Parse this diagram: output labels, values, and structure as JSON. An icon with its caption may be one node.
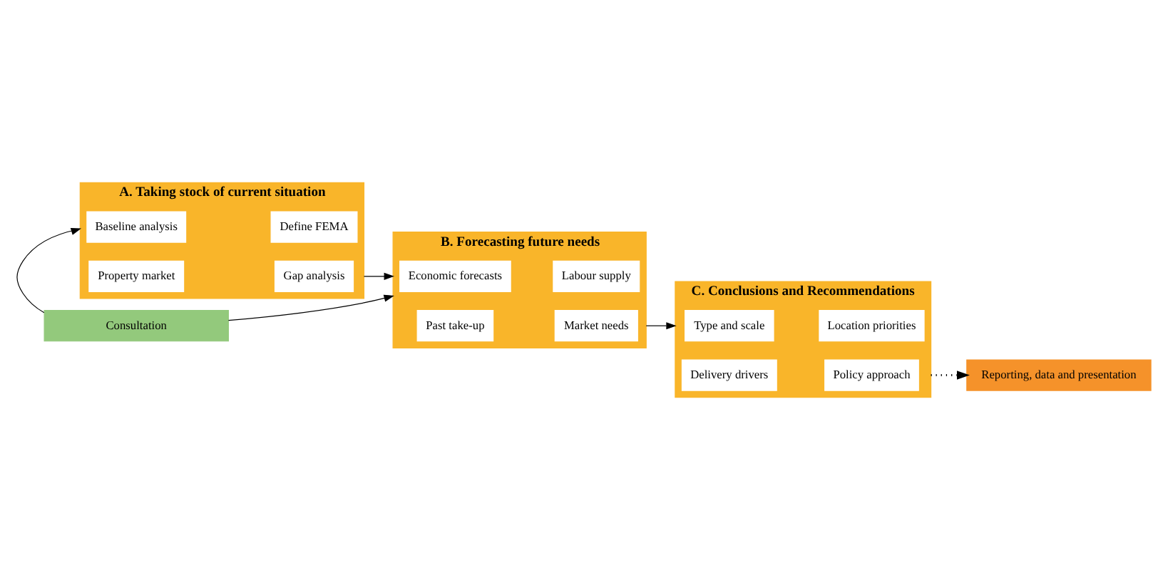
{
  "diagram": {
    "nodes": [
      {
        "text": [
          "A. Taking stock of current situation"
        ]
      },
      {
        "text": [
          "Baseline analysis"
        ],
        "in": 0
      },
      {
        "text": [
          "Define FEMA"
        ],
        "in": 0
      },
      {
        "text": [
          "Property market"
        ],
        "in": 0
      },
      {
        "text": [
          "Gap analysis"
        ],
        "in": 0
      },
      {
        "text": [
          "B. Forecasting future needs"
        ]
      },
      {
        "text": [
          "Economic forecasts"
        ],
        "in": 5
      },
      {
        "text": [
          "Labour supply"
        ],
        "in": 5
      },
      {
        "text": [
          "Past take-up"
        ],
        "in": 5
      },
      {
        "text": [
          "Market needs"
        ],
        "in": 5
      },
      {
        "text": [
          "C. Conclusions and Recommendations"
        ]
      },
      {
        "text": [
          "Type and scale"
        ],
        "in": 10
      },
      {
        "text": [
          "Location priorities"
        ],
        "in": 10
      },
      {
        "text": [
          "Delivery drivers"
        ],
        "in": 10
      },
      {
        "text": [
          "Policy approach"
        ],
        "in": 10
      },
      {
        "text": [
          "Consultation"
        ]
      },
      {
        "text": [
          "Reporting, data and presentation"
        ]
      }
    ],
    "edges": [
      {
        "from": 0,
        "to": 5,
        "arrow": "to"
      },
      {
        "from": 5,
        "to": 10,
        "arrow": "to"
      },
      {
        "from": 15,
        "to": 0,
        "arrow": "to"
      },
      {
        "from": 15,
        "to": 5,
        "arrow": "to"
      },
      {
        "from": 10,
        "to": 16,
        "arrow": "to",
        "style": "dashed"
      }
    ]
  }
}
